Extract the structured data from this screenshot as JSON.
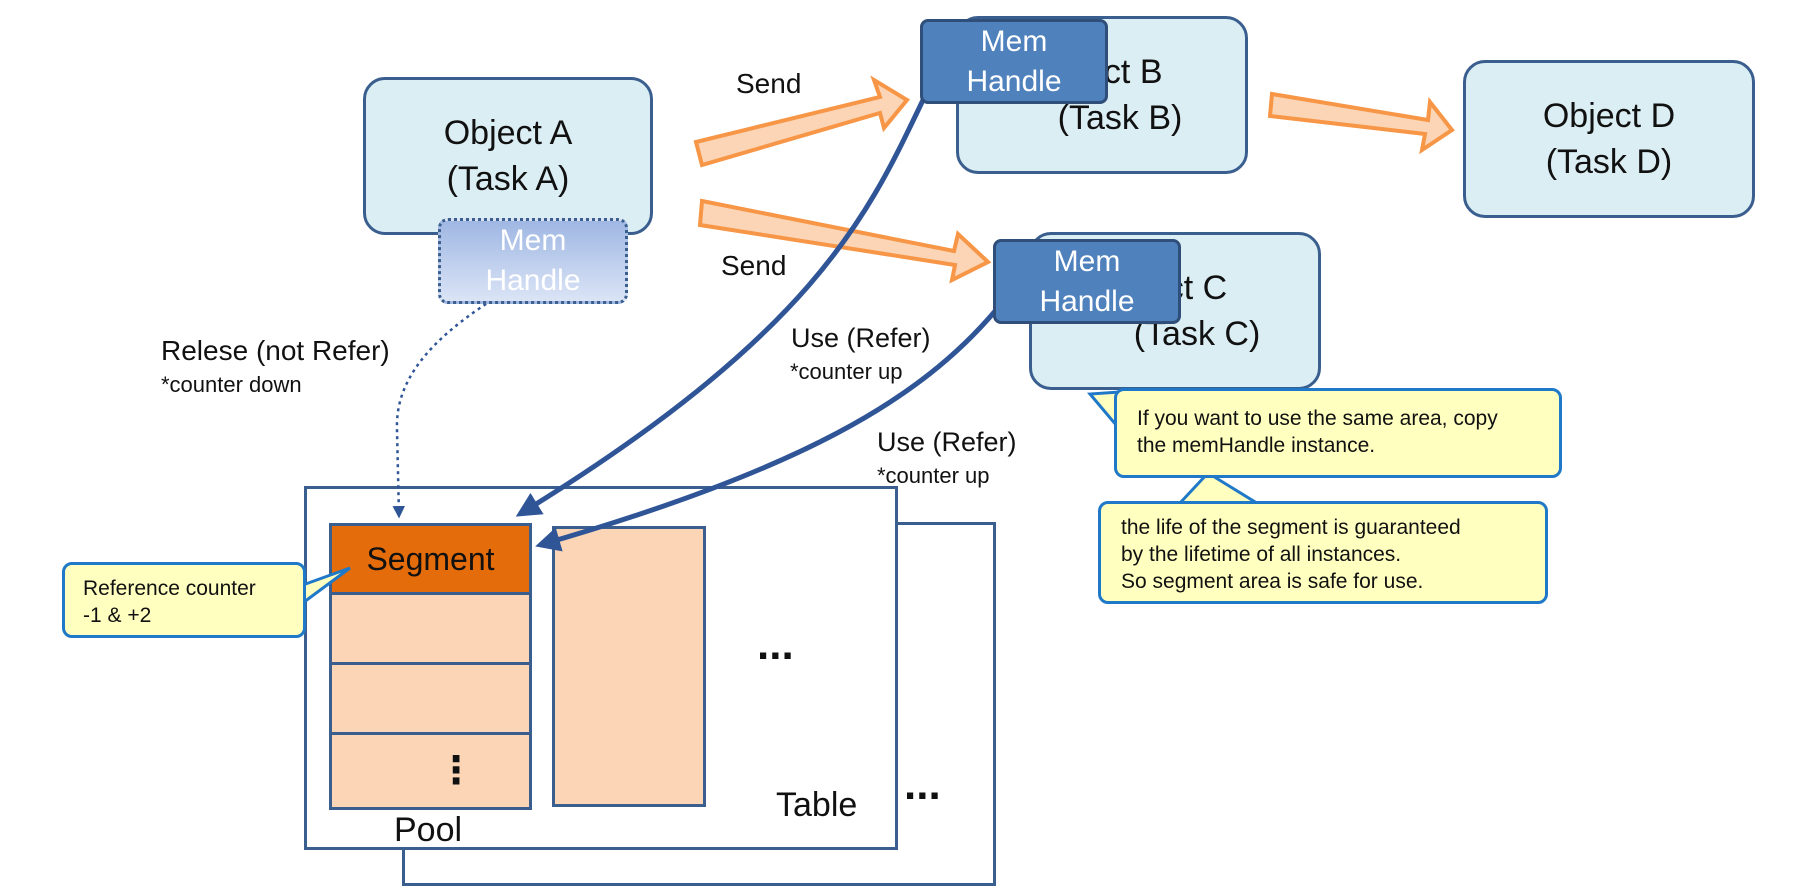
{
  "objects": {
    "a": {
      "name": "Object A",
      "task": "(Task A)"
    },
    "b": {
      "name_partial": "ject B",
      "task": "(Task B)"
    },
    "c": {
      "name_partial": "ct C",
      "task": "(Task C)"
    },
    "d": {
      "name": "Object D",
      "task": "(Task D)"
    }
  },
  "mem_handle": {
    "line1": "Mem",
    "line2": "Handle"
  },
  "labels": {
    "send_top": "Send",
    "send_bottom": "Send",
    "release_main": "Relese (not Refer)",
    "release_sub": "*counter down",
    "use_b_main": "Use (Refer)",
    "use_b_sub": "*counter up",
    "use_c_main": "Use (Refer)",
    "use_c_sub": "*counter up"
  },
  "callouts": {
    "copy_line1": "If you want to use the same area, copy",
    "copy_line2": "the memHandle  instance.",
    "life_line1": "the life of  the segment is guaranteed",
    "life_line2": "by the lifetime of all instances.",
    "life_line3": "So segment area is safe for use.",
    "ref_line1": "Reference counter",
    "ref_line2": "-1 & +2"
  },
  "pool": {
    "segment_label": "Segment",
    "vertical_ellipsis": "⋮",
    "pool_label": "Pool",
    "table_label": "Table",
    "ellipsis_inner": "...",
    "ellipsis_outer": "..."
  },
  "colors": {
    "object_fill": "#dbeef4",
    "object_border": "#3a5f8f",
    "mem_handle_fill": "#4f81bd",
    "send_arrow_fill": "#fbd5b5",
    "send_arrow_border": "#f79646",
    "segment_fill": "#e46c0a",
    "cell_fill": "#fbd5b5",
    "callout_fill": "#ffffc0",
    "callout_border": "#1f78c8",
    "refer_arrow": "#2f5597"
  }
}
